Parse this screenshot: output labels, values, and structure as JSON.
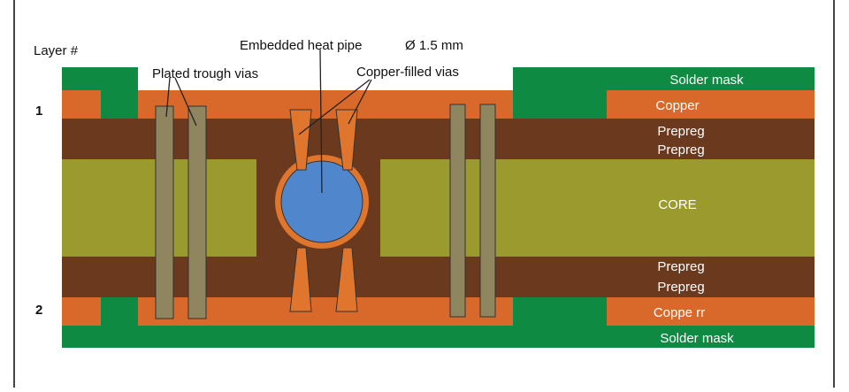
{
  "labels": {
    "layer_header": "Layer #",
    "layer_1": "1",
    "layer_2": "2",
    "plated_vias": "Plated trough vias",
    "heat_pipe": "Embedded heat pipe",
    "diameter": "Ø 1.5 mm",
    "copper_filled_vias": "Copper-filled vias",
    "solder_mask_top": "Solder mask",
    "copper_top": "Copper",
    "prepreg_1": "Prepreg",
    "prepreg_2": "Prepreg",
    "core": "CORE",
    "prepreg_3": "Prepreg",
    "prepreg_4": "Prepreg",
    "copper_bottom": "Coppe rr",
    "solder_mask_bottom": "Solder mask"
  },
  "colors": {
    "solder_mask": "#0f8a43",
    "copper": "#d8692a",
    "prepreg": "#6b3a1e",
    "core": "#9a9a2e",
    "via_plated": "#8f8660",
    "via_copper": "#e0762d",
    "heat_pipe": "#4f86cc",
    "frame": "#444444"
  }
}
